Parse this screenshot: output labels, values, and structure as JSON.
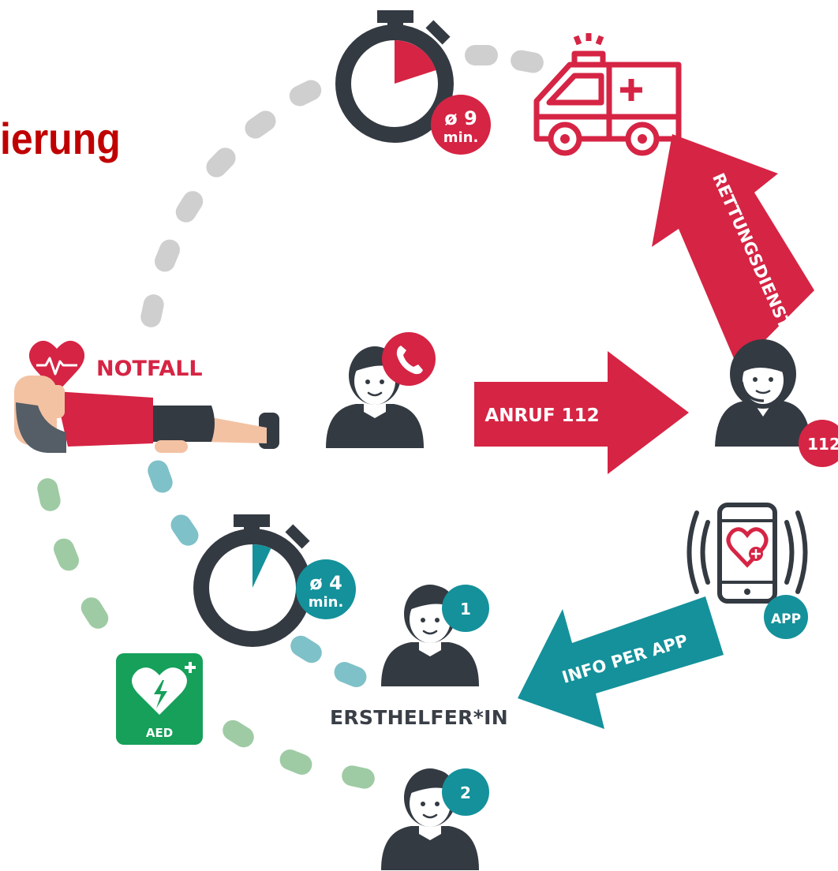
{
  "title": "ierung",
  "labels": {
    "notfall": "NOTFALL",
    "anruf": "ANRUF 112",
    "rettungsdienst": "RETTUNGSDIENST",
    "info_per_app": "INFO PER APP",
    "ersthelfer": "ERSTHELFER*IN",
    "app": "APP",
    "aed": "AED",
    "dispatcher_badge": "112",
    "helper_1": "1",
    "helper_2": "2"
  },
  "timers": {
    "ambulance": {
      "value": "ø 9",
      "unit": "min.",
      "fraction": 0.2
    },
    "first_responder": {
      "value": "ø 4",
      "unit": "min.",
      "fraction": 0.07
    }
  },
  "colors": {
    "red": "#d62444",
    "teal": "#14919b",
    "dark": "#343a42",
    "green": "#16a05a",
    "gray_dots": "#cfcfcf",
    "teal_dots": "#7fc1c8",
    "green_dots": "#9fcba4",
    "title": "#c00000"
  },
  "icons": [
    "heart-pulse-icon",
    "stopwatch-icon",
    "ambulance-icon",
    "phone-icon",
    "headset-icon",
    "smartphone-icon",
    "aed-icon",
    "person-icon"
  ]
}
